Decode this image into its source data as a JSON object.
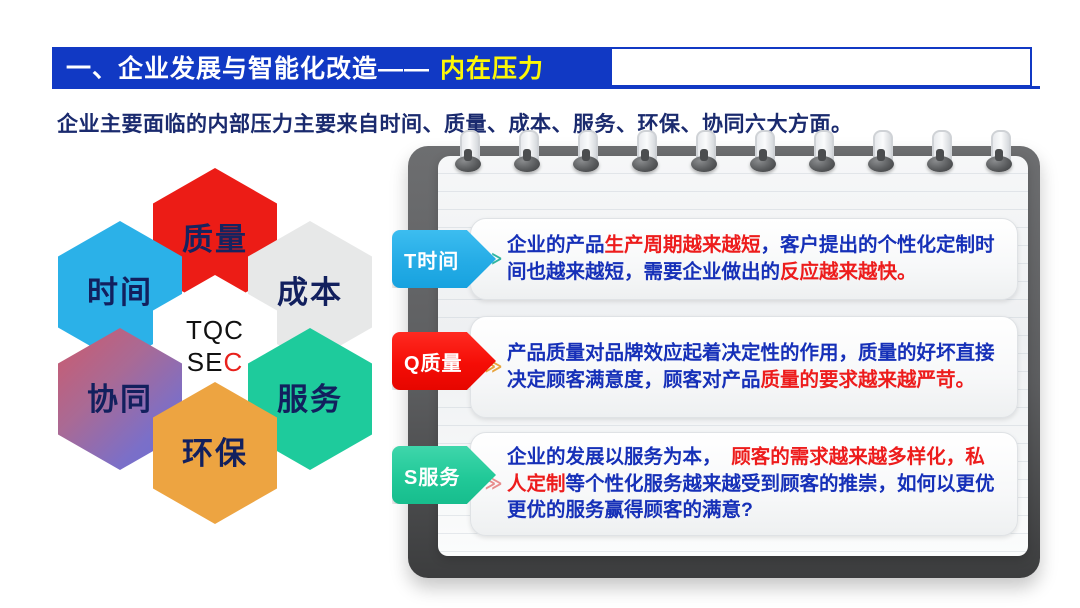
{
  "slide": {
    "title_main": "一、企业发展与智能化改造——",
    "title_accent": "内在压力",
    "subtitle": "企业主要面临的内部压力主要来自时间、质量、成本、服务、环保、协同六大方面。"
  },
  "hexagons": [
    {
      "id": "quality",
      "label": "质量",
      "color": "#ec1c16"
    },
    {
      "id": "time",
      "label": "时间",
      "color": "#2bb1e8"
    },
    {
      "id": "cost",
      "label": "成本",
      "color": "#e7e8e8"
    },
    {
      "id": "center",
      "label_line1": "TQC",
      "label_line2_black": "SE",
      "label_line2_red": "C",
      "color": "#ffffff"
    },
    {
      "id": "coop",
      "label": "协同",
      "color": "#a96a95"
    },
    {
      "id": "service",
      "label": "服务",
      "color": "#1ecb9c"
    },
    {
      "id": "env",
      "label": "环保",
      "color": "#eda441"
    }
  ],
  "cards": [
    {
      "tag": "T时间",
      "tag_color": "#25ace6",
      "chevron": "≫",
      "segments": [
        {
          "text": "企业的产品",
          "highlight": false
        },
        {
          "text": "生产周期越来越短",
          "highlight": true
        },
        {
          "text": "，客户提出的个性化定制时间也越来越短，需要企业做出的",
          "highlight": false
        },
        {
          "text": "反应越来越快。",
          "highlight": true
        }
      ]
    },
    {
      "tag": "Q质量",
      "tag_color": "#f50d06",
      "chevron": "≫",
      "segments": [
        {
          "text": "产品质量对品牌效应起着决定性的作用，质量的好坏直接决定顾客满意度，顾客对产品",
          "highlight": false
        },
        {
          "text": "质量的要求越来越严苛。",
          "highlight": true
        }
      ]
    },
    {
      "tag": "S服务",
      "tag_color": "#21c998",
      "chevron": "≫",
      "segments": [
        {
          "text": "企业的发展以服务为本，　",
          "highlight": false
        },
        {
          "text": "顾客的需求越来越多样化，私人定制",
          "highlight": true
        },
        {
          "text": "等个性化服务越来越受到顾客的推崇，如何以更优更优的服务赢得顾客的满意?",
          "highlight": false
        }
      ]
    }
  ],
  "notebook": {
    "ring_count": 10
  }
}
